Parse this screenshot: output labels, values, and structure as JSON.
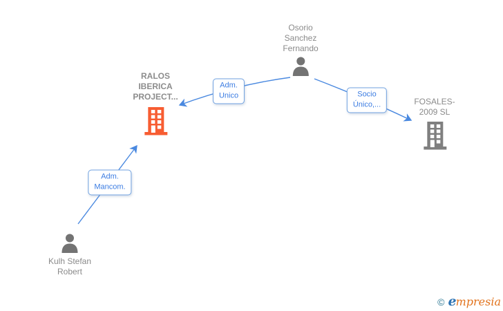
{
  "entities": {
    "osorio": {
      "type": "person",
      "lines": [
        "Osorio",
        "Sanchez",
        "Fernando"
      ]
    },
    "ralos": {
      "type": "company",
      "lines": [
        "RALOS",
        "IBERICA",
        "PROJECT..."
      ]
    },
    "fosales": {
      "type": "company",
      "lines": [
        "FOSALES-",
        "2009 SL"
      ]
    },
    "kulh": {
      "type": "person",
      "lines": [
        "Kulh Stefan",
        "Robert"
      ]
    }
  },
  "relationships": {
    "adm_unico": {
      "line1": "Adm.",
      "line2": "Unico"
    },
    "socio_unico": {
      "line1": "Socio",
      "line2": "Único,..."
    },
    "adm_mancom": {
      "line1": "Adm.",
      "line2": "Mancom."
    }
  },
  "branding": {
    "copyright": "©",
    "brand_initial": "e",
    "brand_rest": "mpresia"
  },
  "colors": {
    "line_blue": "#4a89e0",
    "label_text_blue": "#3b7ce2",
    "label_border_blue": "#6fa1e0",
    "entity_text_gray": "#8a8a8a",
    "person_gray": "#737373",
    "company_orange": "#f75d32",
    "company_gray": "#7f7f7f"
  }
}
